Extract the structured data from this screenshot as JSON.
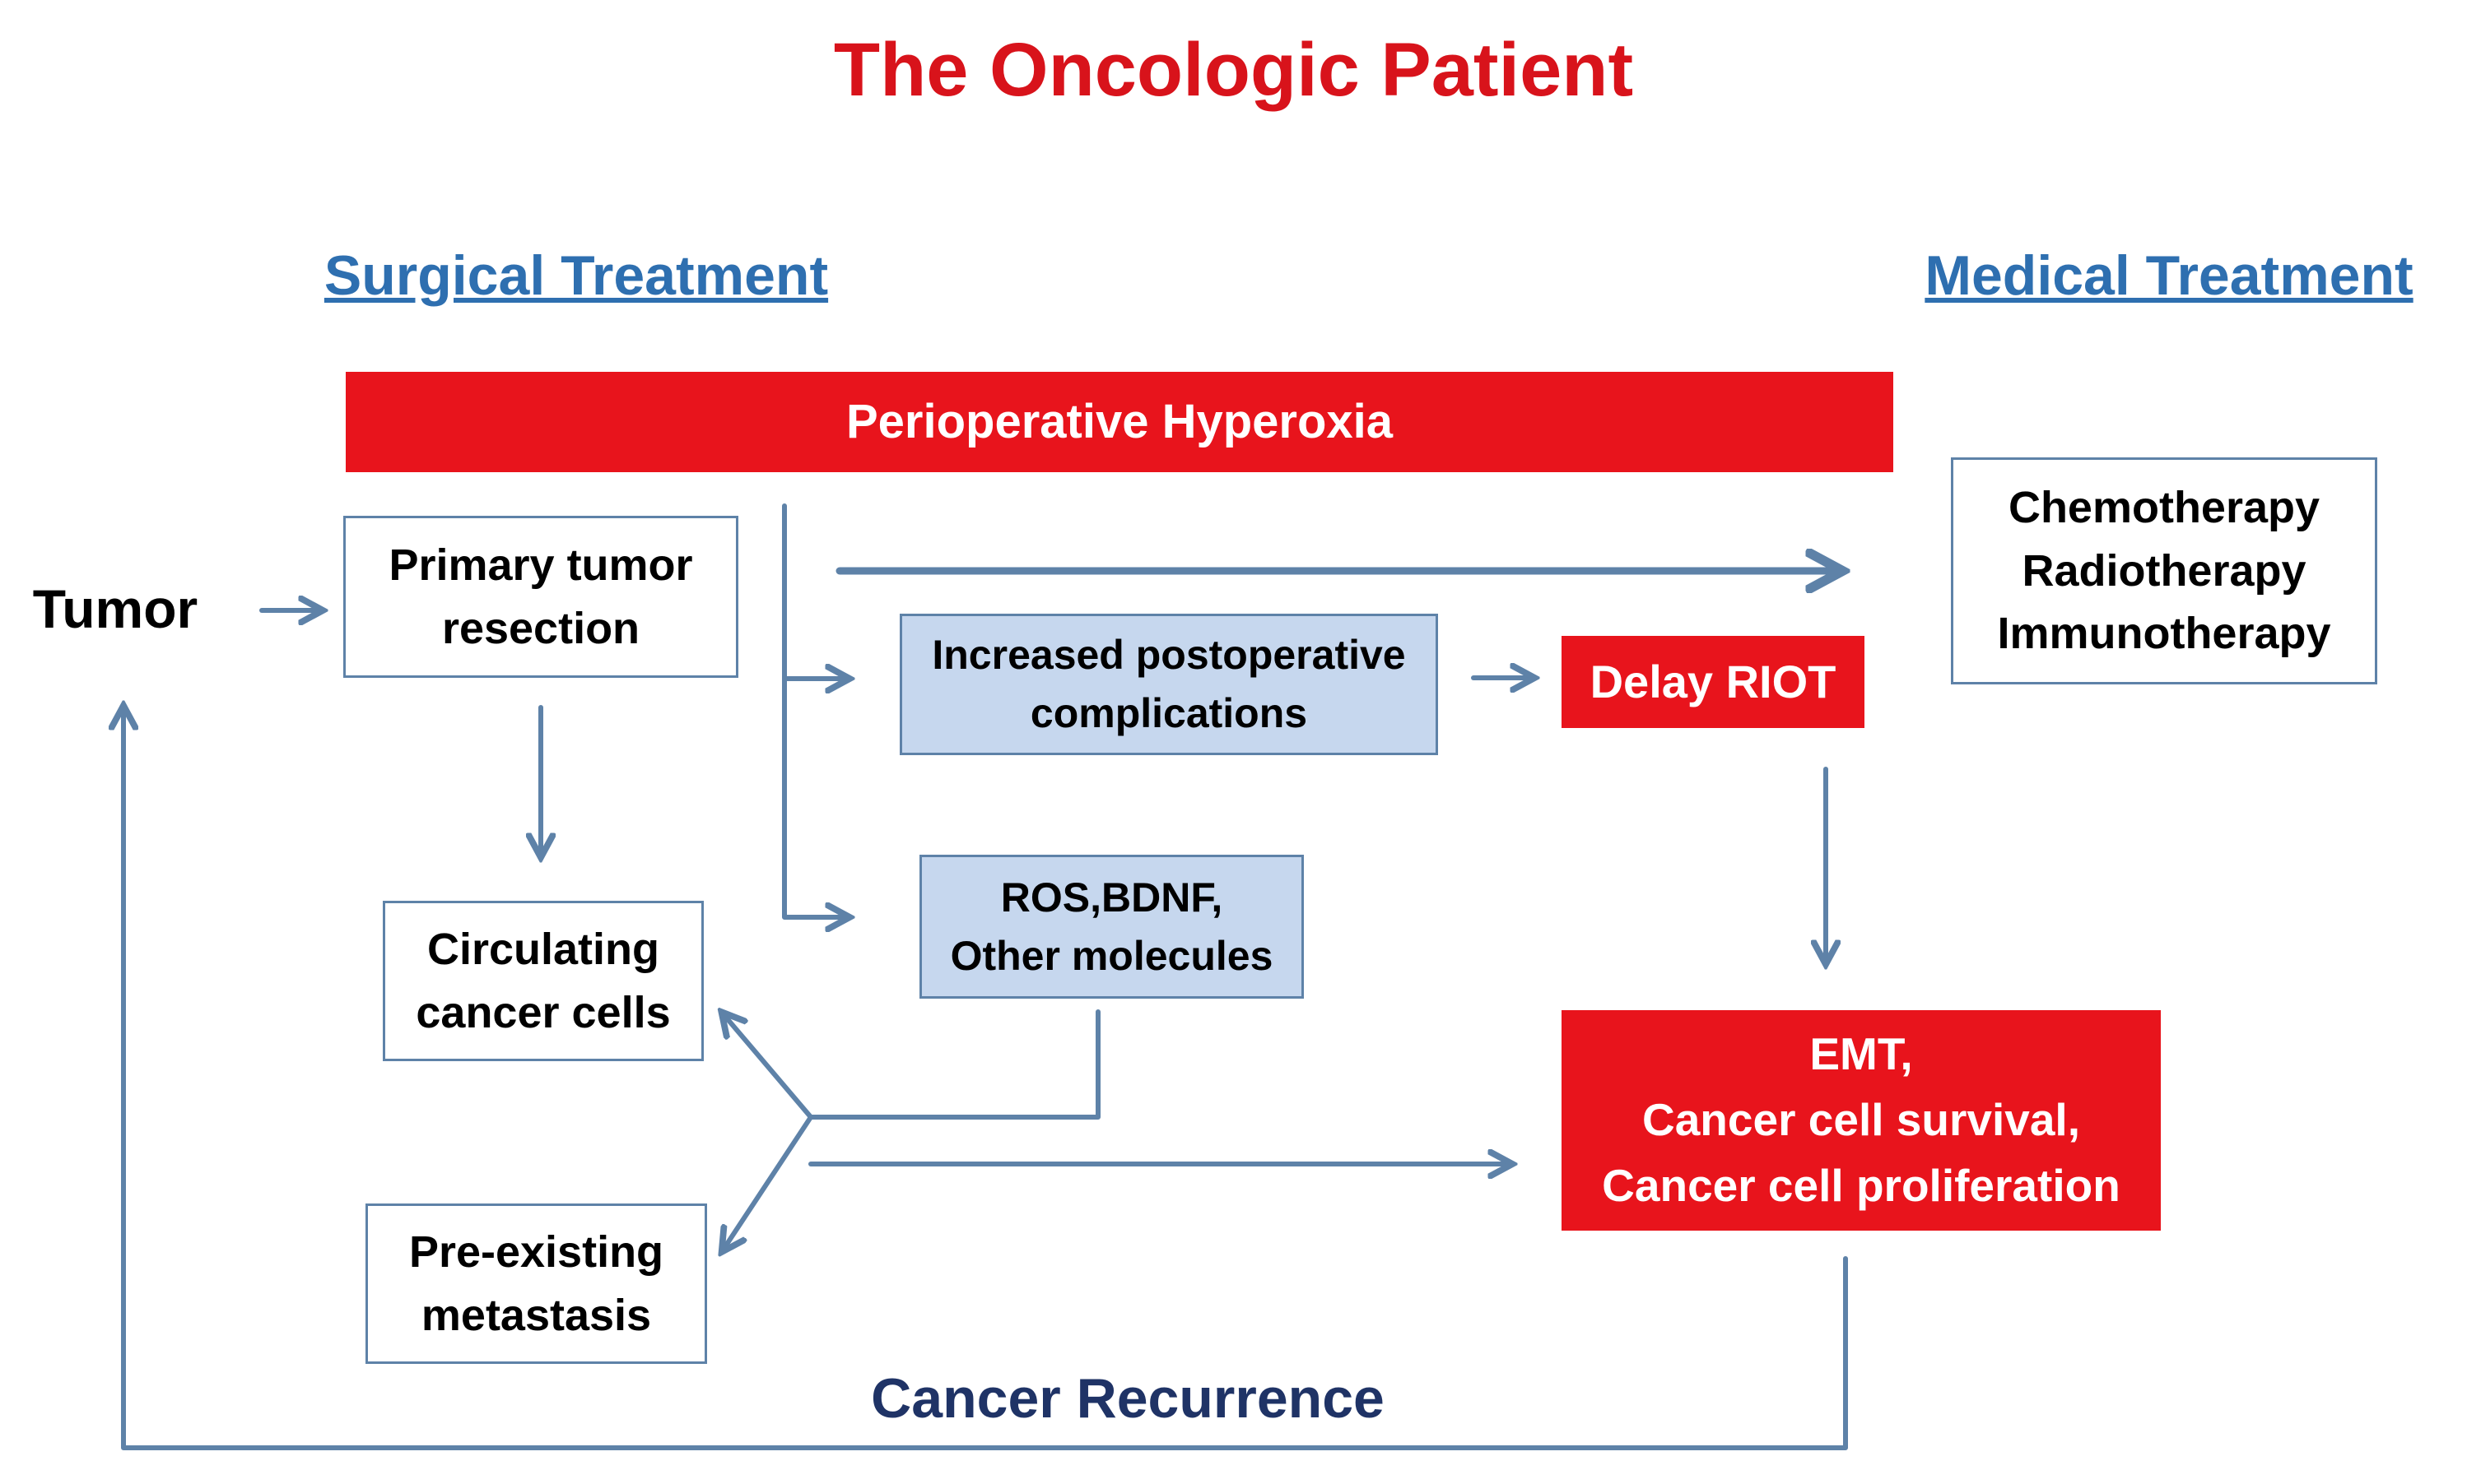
{
  "title": "The Oncologic Patient",
  "colors": {
    "title": "#d8131b",
    "header": "#2e6fb0",
    "red_fill": "#e8141c",
    "blue_fill": "#c6d7ee",
    "box_border": "#5e82a8",
    "arrow": "#5e82a8",
    "recurrence": "#1f3366"
  },
  "headers": {
    "surgical": "Surgical Treatment",
    "medical": "Medical Treatment"
  },
  "tumor_label": "Tumor",
  "nodes": {
    "hyperoxia": "Perioperative Hyperoxia",
    "resection": "Primary tumor\nresection",
    "therapies": "Chemotherapy\nRadiotherapy\nImmunotherapy",
    "complications": "Increased postoperative\ncomplications",
    "delay_riot": "Delay RIOT",
    "ros": "ROS,BDNF,\nOther molecules",
    "circulating": "Circulating\ncancer cells",
    "emt": "EMT,\nCancer cell survival,\nCancer cell proliferation",
    "metastasis": "Pre-existing\nmetastasis"
  },
  "recurrence_label": "Cancer Recurrence"
}
